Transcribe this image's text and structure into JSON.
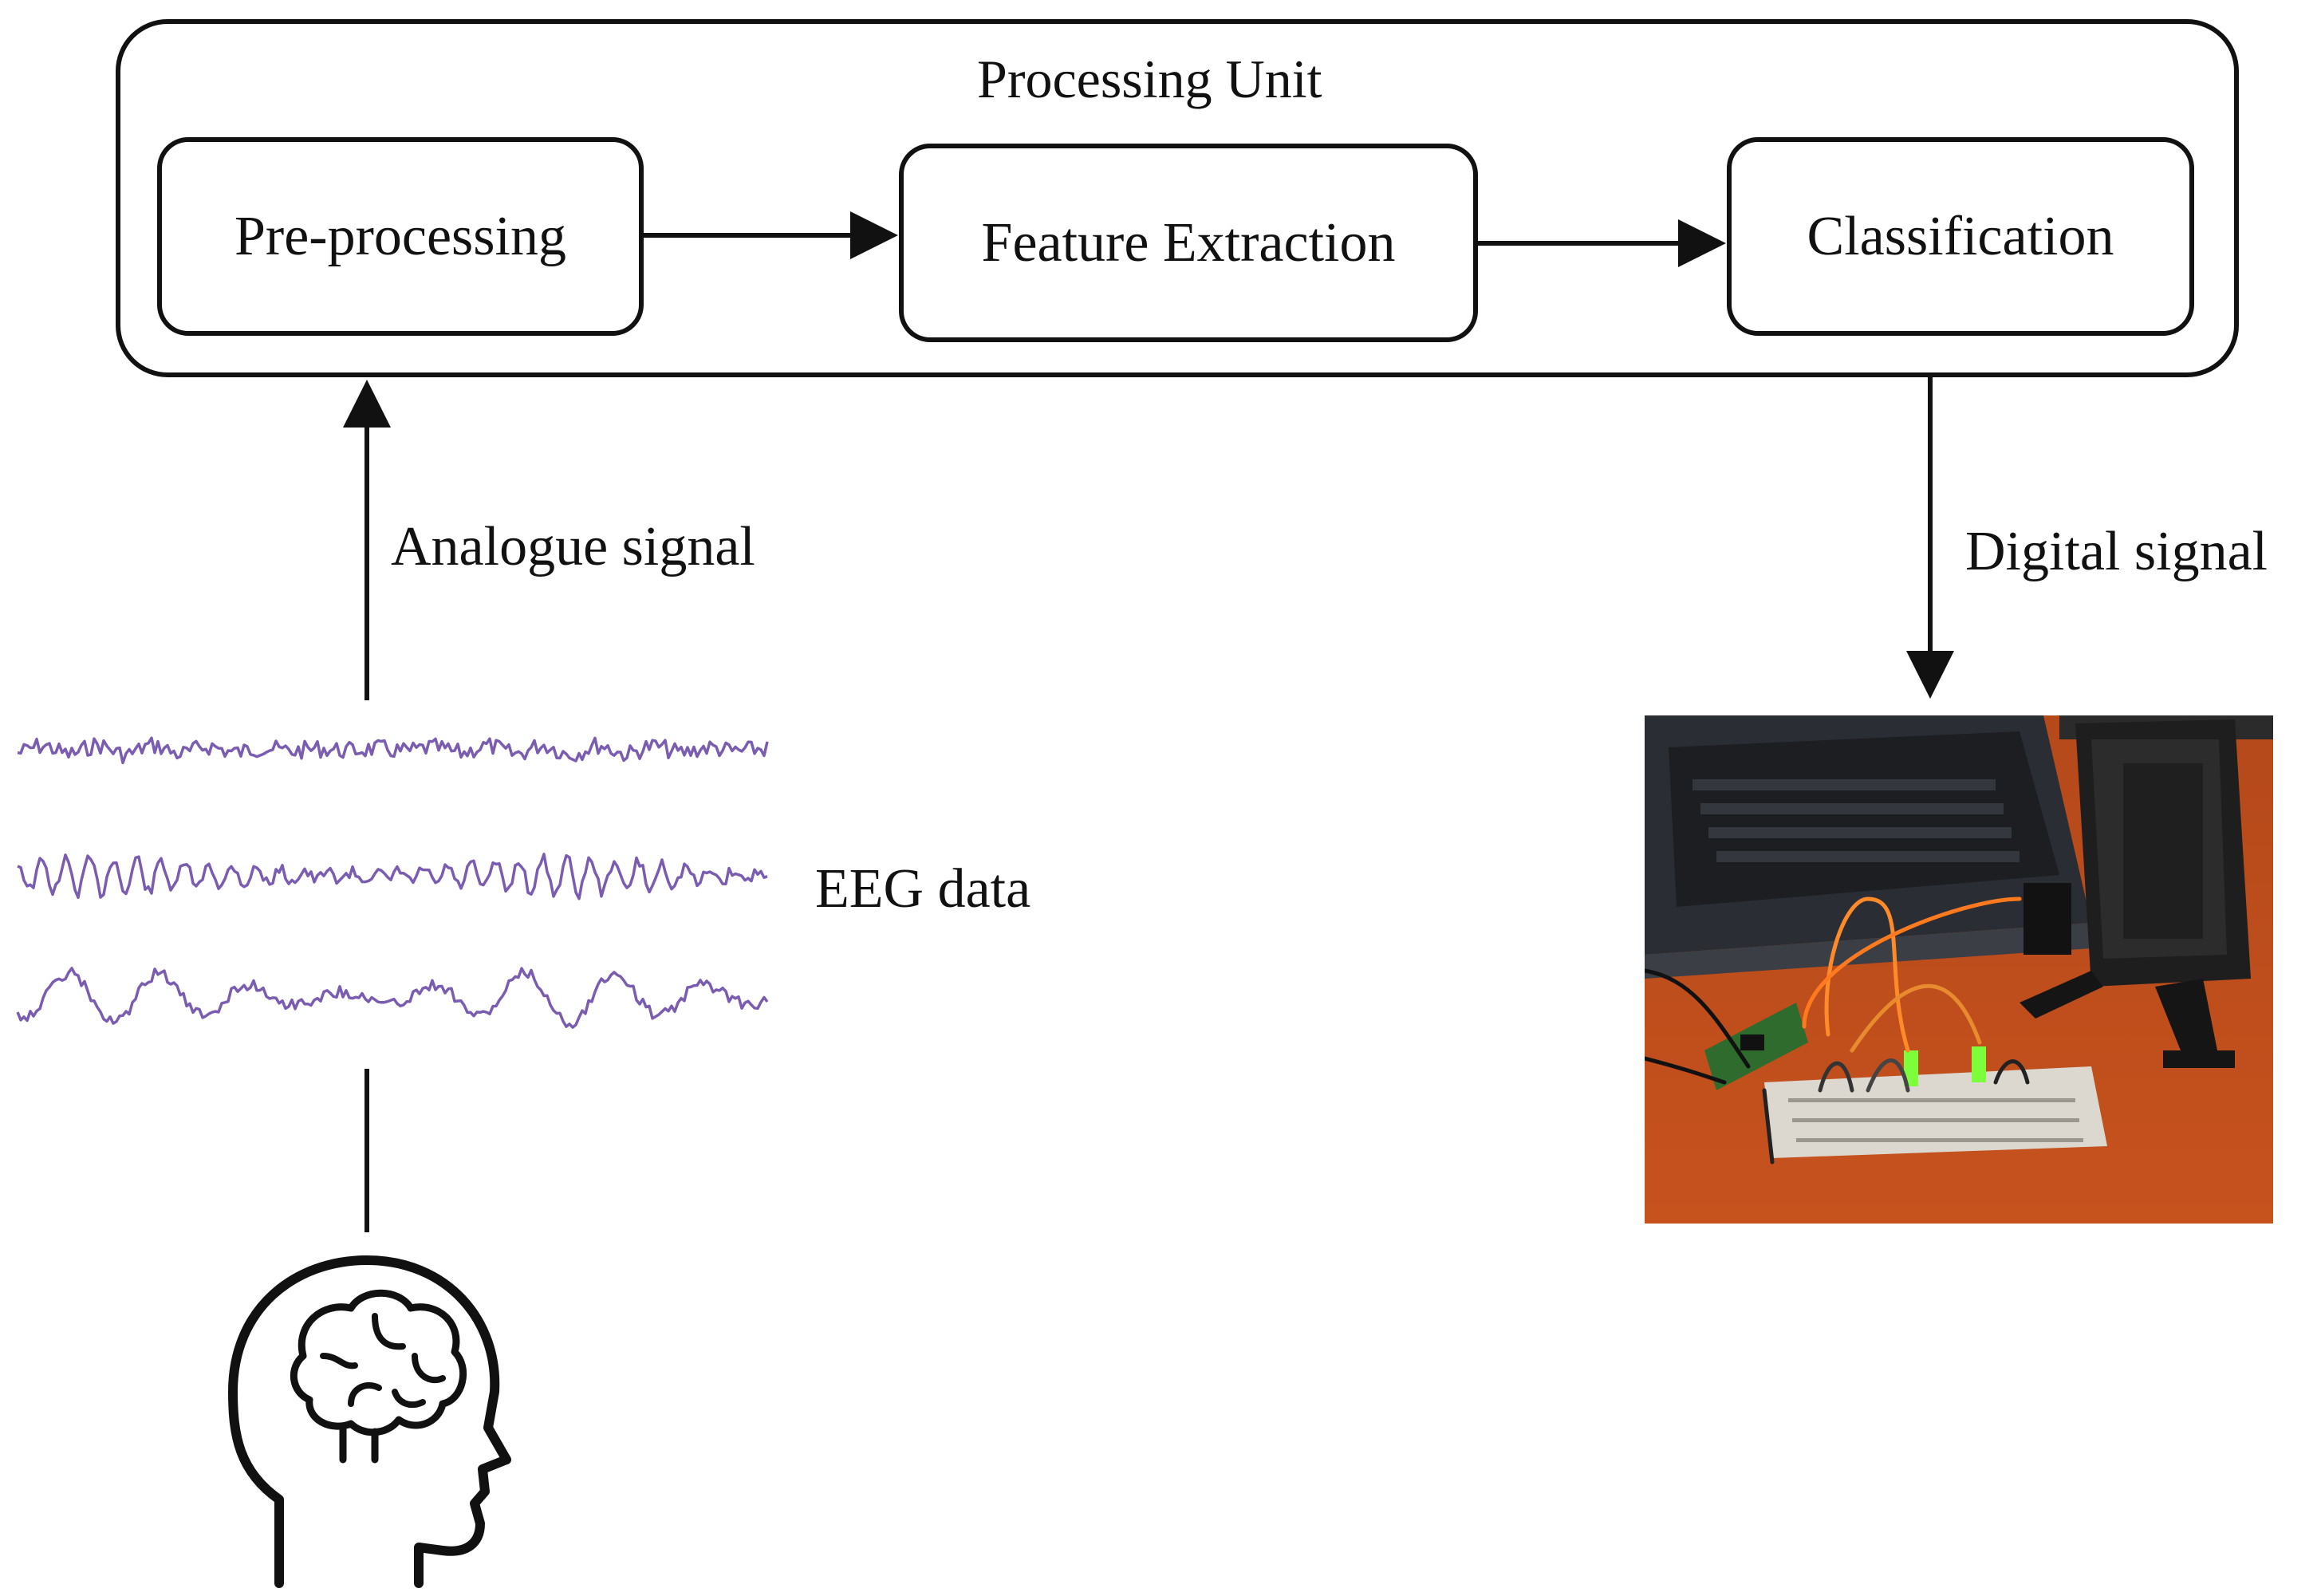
{
  "processing_unit": {
    "title": "Processing Unit",
    "stages": [
      "Pre-processing",
      "Feature Extraction",
      "Classification"
    ]
  },
  "signals": {
    "analogue": "Analogue signal",
    "digital": "Digital signal"
  },
  "eeg": {
    "label": "EEG data",
    "wave_color": "#7a5cb0"
  },
  "icons": {
    "head": "human-head-brain-icon",
    "photo": "hardware-setup-photo"
  }
}
